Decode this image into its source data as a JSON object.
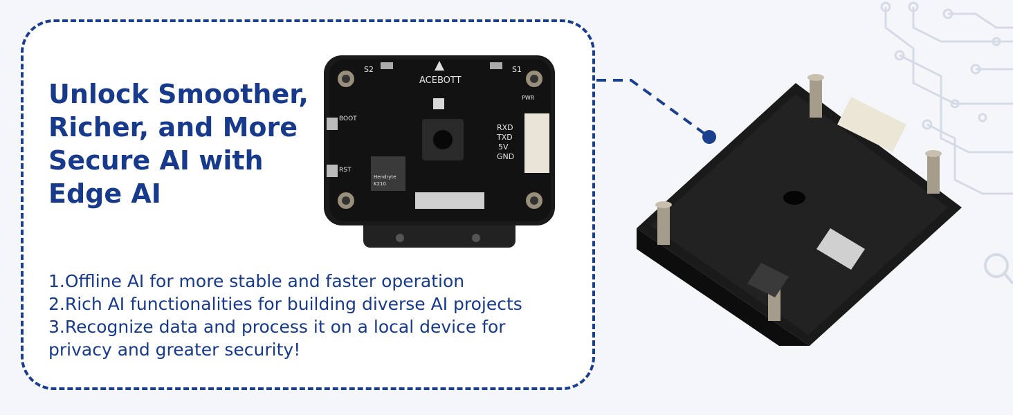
{
  "headline": "Unlock Smoother, Richer, and More Secure AI with Edge AI",
  "features": [
    "1.Offline AI for more stable and faster operation",
    "2.Rich AI functionalities for building diverse AI projects",
    "3.Recognize data and process it on a local device for privacy and greater security!"
  ],
  "board_labels": {
    "brand": "ACEBOTT",
    "s1": "S1",
    "s2": "S2",
    "pwr": "PWR",
    "boot": "BOOT",
    "rst": "RST",
    "rxd": "RXD",
    "txd": "TXD",
    "v5": "5V",
    "gnd": "GND",
    "chip_brand": "Hendryte",
    "chip_model": "K210"
  },
  "colors": {
    "accent": "#1b3f8f",
    "text": "#173a8c",
    "pcb": "#1a1a1a",
    "background": "#f4f6fa"
  },
  "icons": [
    "magnifier-icon",
    "circuit-trace-icon"
  ]
}
